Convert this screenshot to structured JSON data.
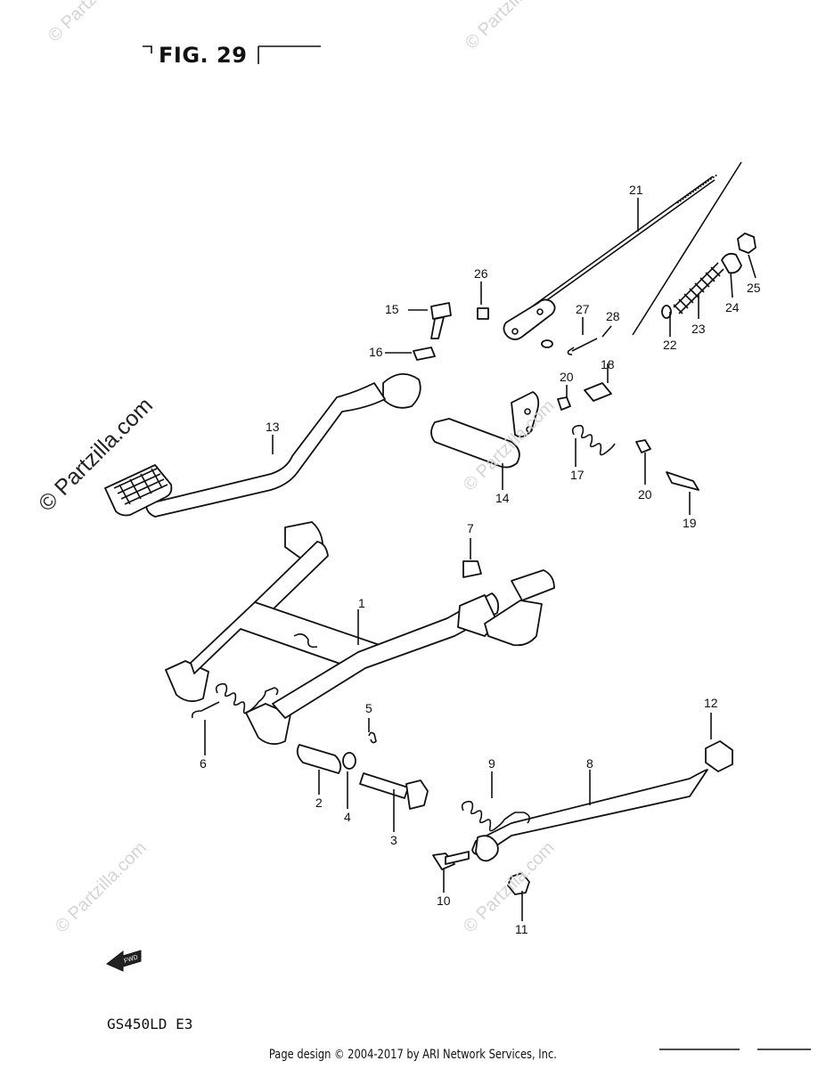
{
  "header": {
    "fig_label": "FIG. 29"
  },
  "model_code": "GS450LD E3",
  "footer": {
    "text": "Page design © 2004-2017 by ARI Network Services, Inc."
  },
  "watermark": {
    "main": "© Partzilla.com",
    "faint": "© Partzilla.com"
  },
  "fwd_label": "FWD",
  "callouts": [
    "1",
    "2",
    "3",
    "4",
    "5",
    "6",
    "7",
    "8",
    "9",
    "10",
    "11",
    "12",
    "13",
    "14",
    "15",
    "16",
    "17",
    "18",
    "19",
    "20",
    "20",
    "21",
    "22",
    "23",
    "24",
    "25",
    "26",
    "27",
    "28"
  ]
}
